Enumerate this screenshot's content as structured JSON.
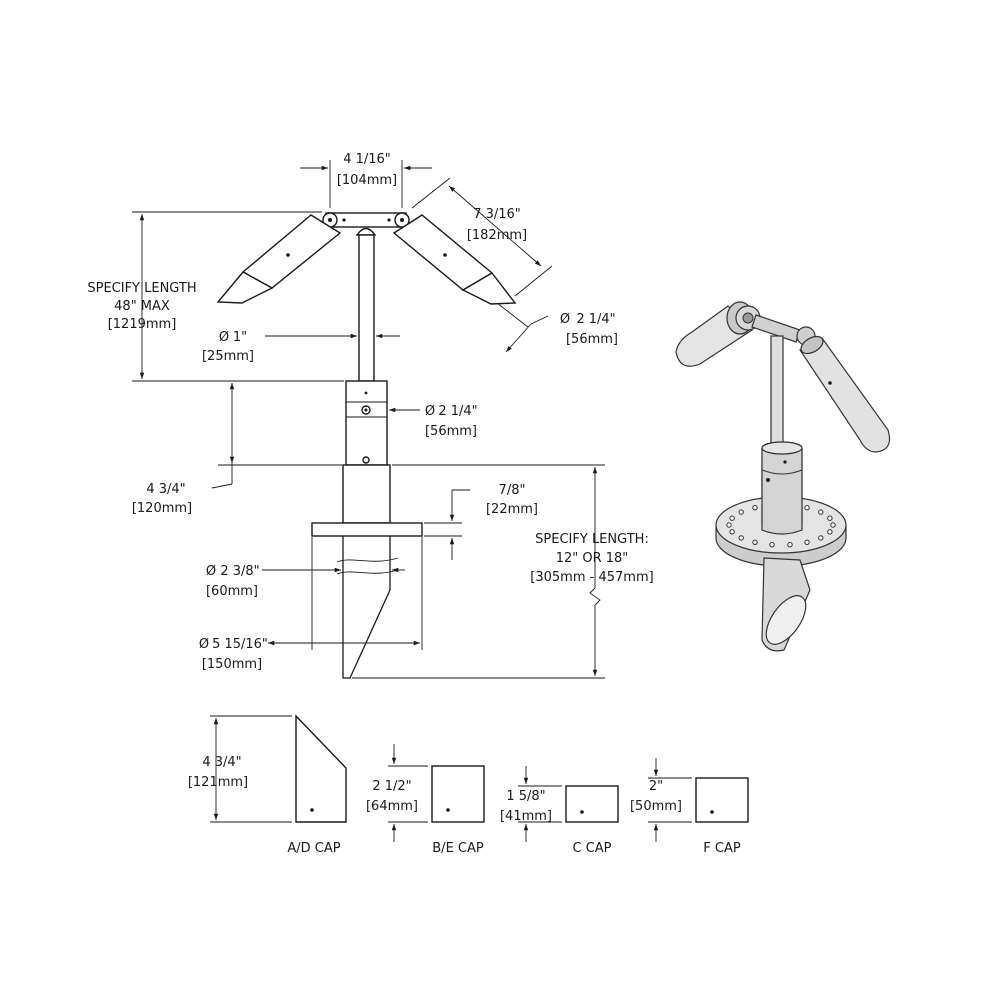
{
  "dimensions": {
    "spread_in": "4 1/16\"",
    "spread_mm": "[104mm]",
    "head_len_in": "7 3/16\"",
    "head_len_mm": "[182mm]",
    "head_dia_in": "2 1/4\"",
    "head_dia_mm": "[56mm]",
    "stem_line1": "SPECIFY LENGTH",
    "stem_line2": "48\" MAX",
    "stem_line3": "[1219mm]",
    "stem_dia_in": "1\"",
    "stem_dia_mm": "[25mm]",
    "coupler_dia_in": "2 1/4\"",
    "coupler_dia_mm": "[56mm]",
    "coupler_len_in": "4 3/4\"",
    "coupler_len_mm": "[120mm]",
    "flange_in": "7/8\"",
    "flange_mm": "[22mm]",
    "stake_line1": "SPECIFY LENGTH:",
    "stake_line2": "12\" OR 18\"",
    "stake_line3": "[305mm - 457mm]",
    "stake_dia_in": "2 3/8\"",
    "stake_dia_mm": "[60mm]",
    "flange_dia_in": "5 15/16\"",
    "flange_dia_mm": "[150mm]"
  },
  "caps": {
    "ad": {
      "label": "A/D CAP",
      "in": "4 3/4\"",
      "mm": "[121mm]"
    },
    "be": {
      "label": "B/E CAP",
      "in": "2 1/2\"",
      "mm": "[64mm]"
    },
    "c": {
      "label": "C CAP",
      "in": "1 5/8\"",
      "mm": "[41mm]"
    },
    "f": {
      "label": "F CAP",
      "in": "2\"",
      "mm": "[50mm]"
    }
  },
  "symbols": {
    "diameter": "Ø"
  }
}
